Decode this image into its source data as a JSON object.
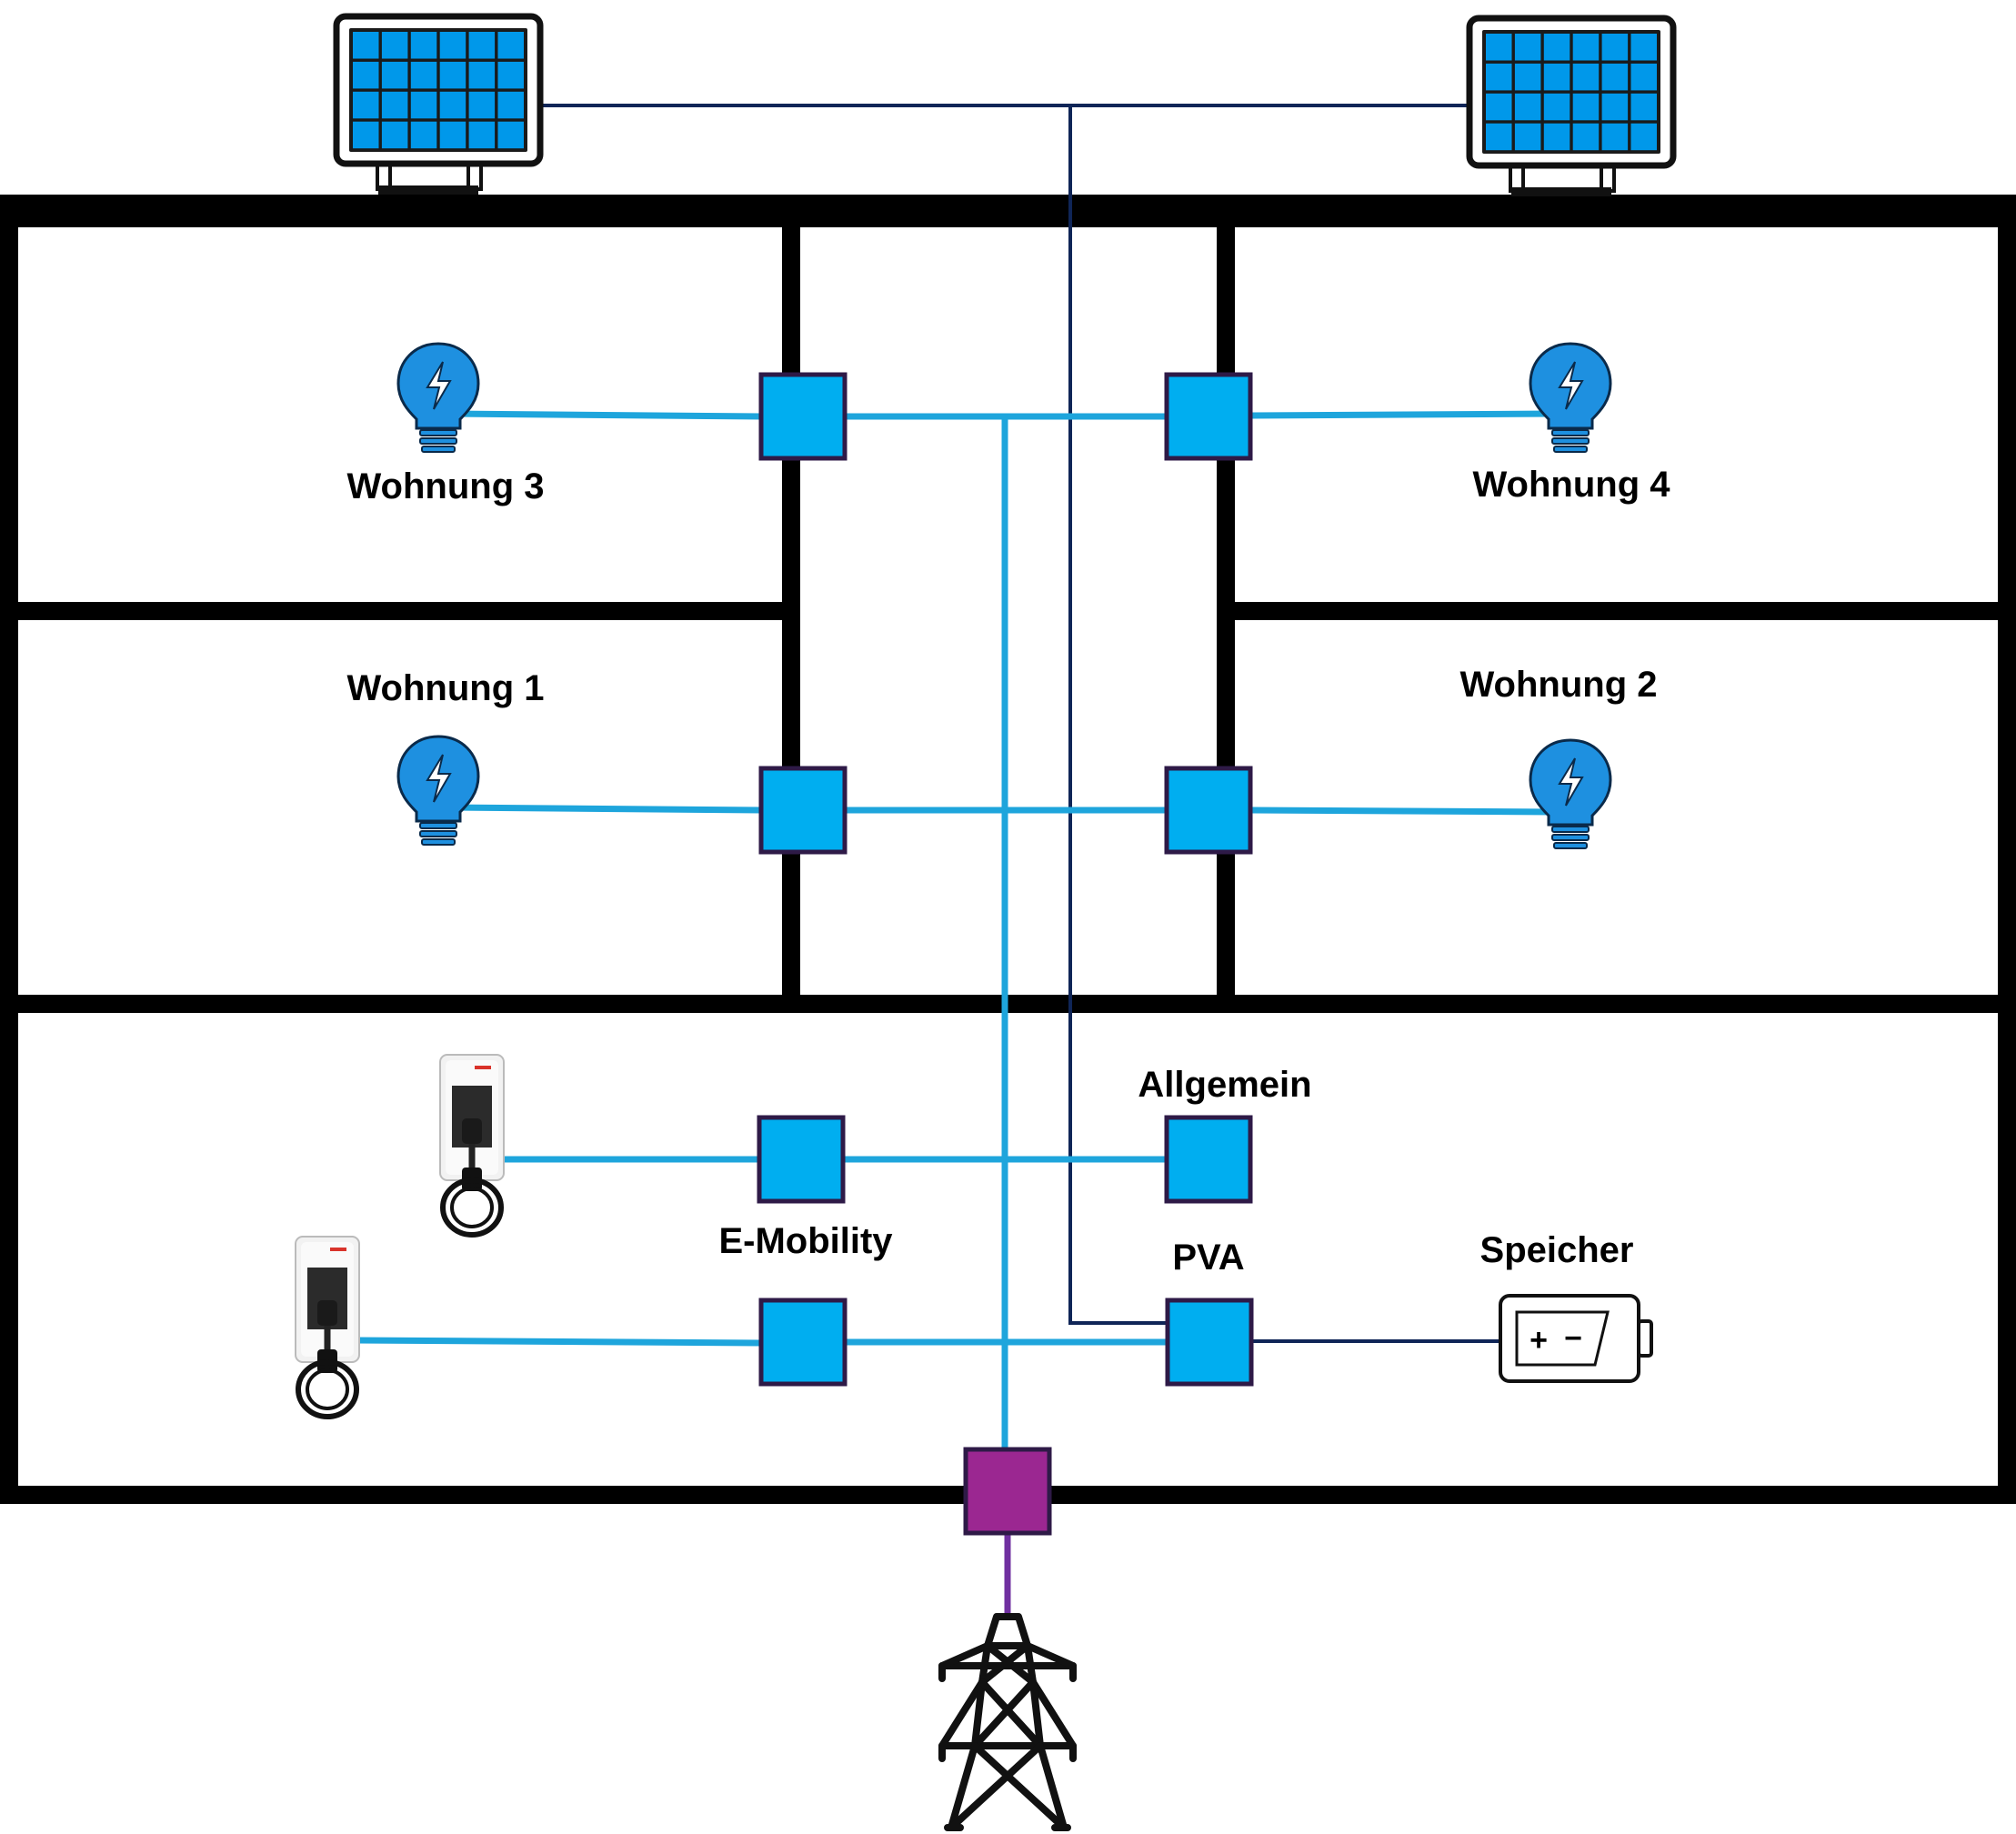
{
  "labels": {
    "wohnung3": "Wohnung 3",
    "wohnung4": "Wohnung 4",
    "wohnung1": "Wohnung 1",
    "wohnung2": "Wohnung 2",
    "allgemein": "Allgemein",
    "emobility": "E-Mobility",
    "pva": "PVA",
    "speicher": "Speicher"
  },
  "battery": {
    "plus": "+",
    "minus": "−"
  },
  "colors": {
    "wall": "#000000",
    "meter_fill": "#00aef0",
    "meter_border": "#2e1a47",
    "main_meter_fill": "#9b2791",
    "ac_line": "#1ea5dc",
    "dc_line": "#0f2557",
    "grid_line": "#7030a0",
    "panel_cell": "#0098ea",
    "bulb": "#1e90e0"
  },
  "icons": [
    "solar-panel-icon",
    "lightbulb-icon",
    "wallbox-charger-icon",
    "battery-icon",
    "power-pylon-icon"
  ]
}
